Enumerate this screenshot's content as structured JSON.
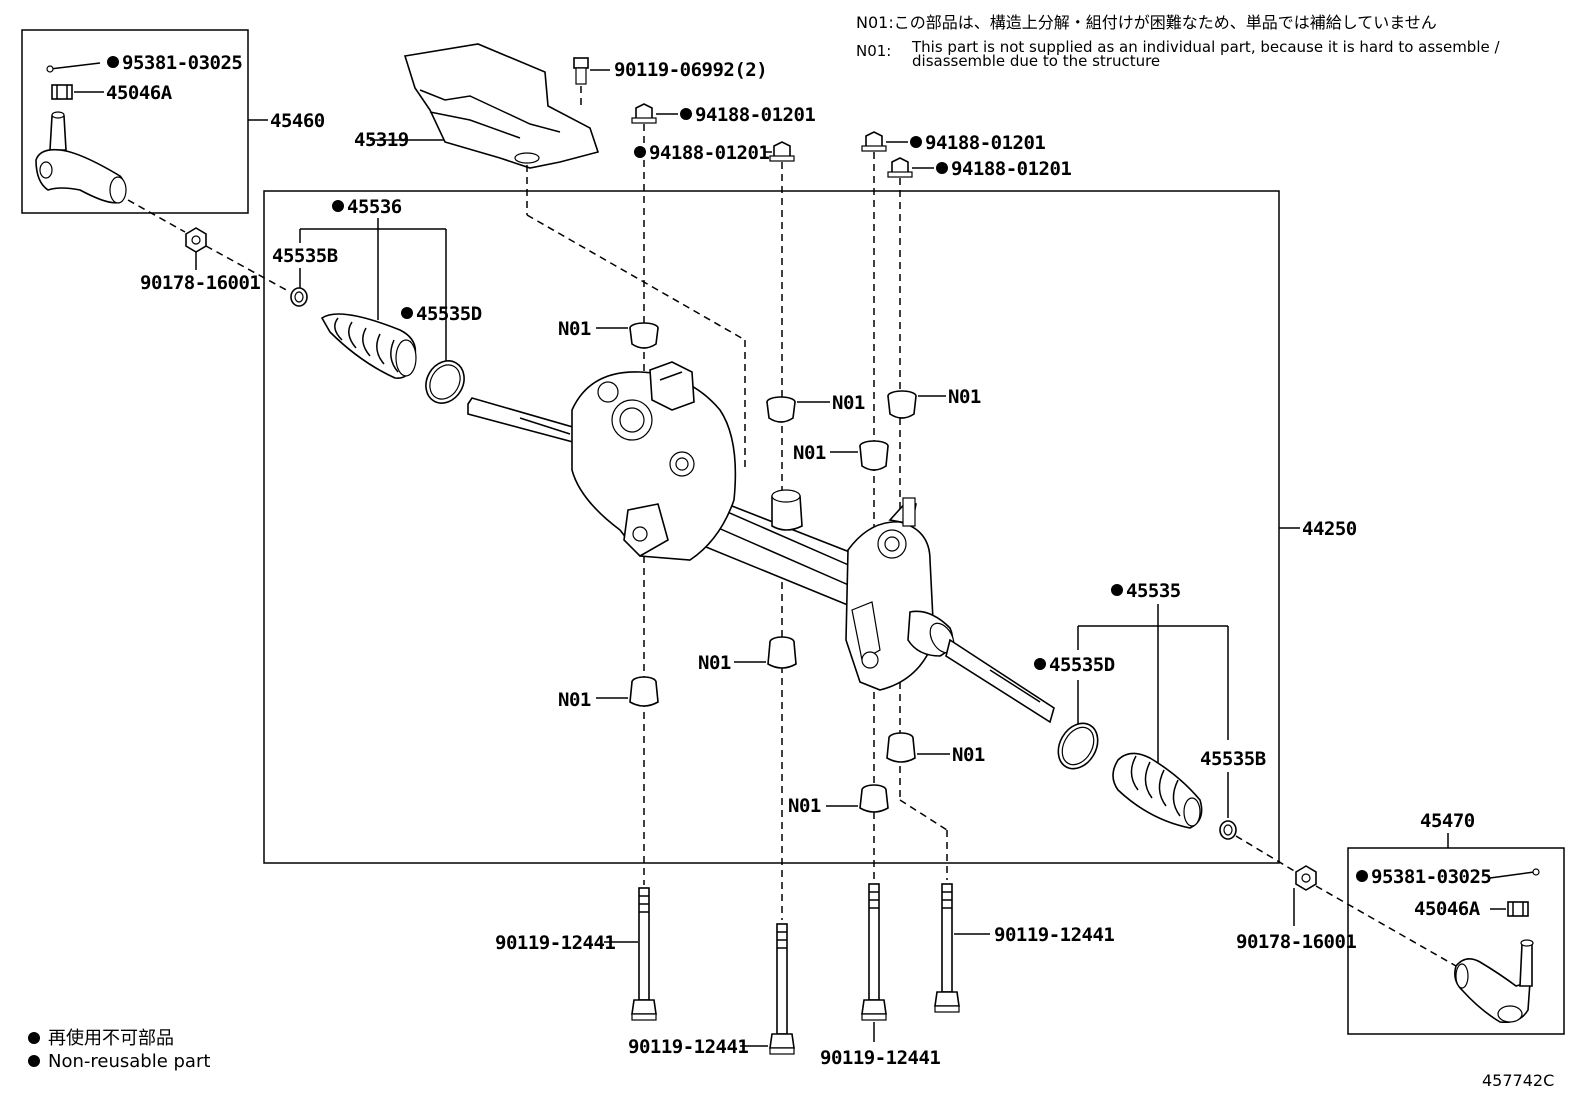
{
  "diagram": {
    "id": "457742C",
    "notes": {
      "jp": "N01:この部品は、構造上分解・組付けが困難なため、単品では補給していません",
      "en_prefix": "N01:",
      "en_line1": "This part is not supplied as an individual part, because it is hard to assemble /",
      "en_line2": "disassemble due to the structure"
    },
    "legend": {
      "jp": "再使用不可部品",
      "en": "Non-reusable part"
    },
    "labels": {
      "l_95381_left": "95381-03025",
      "l_45046a_left": "45046A",
      "l_45460": "45460",
      "l_90178_left": "90178-16001",
      "l_45319": "45319",
      "l_90119_06992": "90119-06992(2)",
      "l_94188_a": "94188-01201",
      "l_94188_b": "94188-01201",
      "l_94188_c": "94188-01201",
      "l_94188_d": "94188-01201",
      "l_45536": "45536",
      "l_45535b_left": "45535B",
      "l_45535d_left": "45535D",
      "l_n01_1": "N01",
      "l_n01_2": "N01",
      "l_n01_3": "N01",
      "l_n01_4": "N01",
      "l_n01_5": "N01",
      "l_n01_6": "N01",
      "l_n01_7": "N01",
      "l_n01_8": "N01",
      "l_44250": "44250",
      "l_45535": "45535",
      "l_45535d_right": "45535D",
      "l_45535b_right": "45535B",
      "l_45470": "45470",
      "l_95381_right": "95381-03025",
      "l_45046a_right": "45046A",
      "l_90178_right": "90178-16001",
      "l_90119_12441_a": "90119-12441",
      "l_90119_12441_b": "90119-12441",
      "l_90119_12441_c": "90119-12441",
      "l_90119_12441_d": "90119-12441"
    },
    "non_reusable_marker": "●"
  }
}
